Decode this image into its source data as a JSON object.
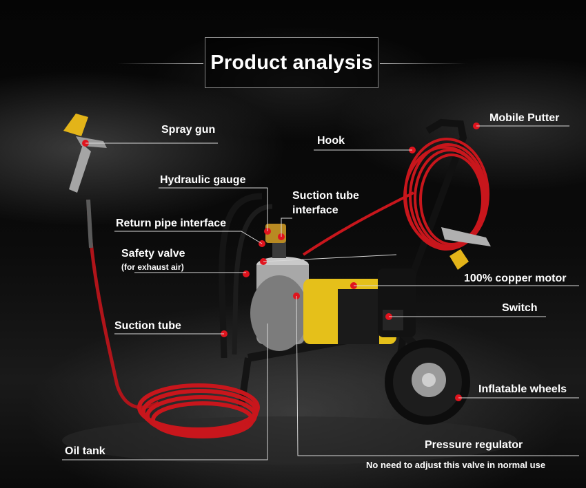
{
  "title": "Product analysis",
  "labels": {
    "spray_gun": "Spray gun",
    "hook": "Hook",
    "mobile_putter": "Mobile Putter",
    "hydraulic_gauge": "Hydraulic gauge",
    "suction_tube_interface_l1": "Suction tube",
    "suction_tube_interface_l2": "interface",
    "return_pipe_interface": "Return pipe interface",
    "safety_valve": "Safety valve",
    "safety_valve_note": "(for exhaust air)",
    "copper_motor": "100% copper motor",
    "switch": "Switch",
    "suction_tube": "Suction tube",
    "inflatable_wheels": "Inflatable wheels",
    "pressure_regulator": "Pressure regulator",
    "oil_tank": "Oil tank",
    "regulator_note": "No need to adjust this valve in normal use"
  },
  "colors": {
    "background": "#050505",
    "text": "#ffffff",
    "hose_red": "#c8161c",
    "motor_yellow": "#e5c01a",
    "marker_red": "#e0141e",
    "leader_line": "#d8d8d8"
  }
}
